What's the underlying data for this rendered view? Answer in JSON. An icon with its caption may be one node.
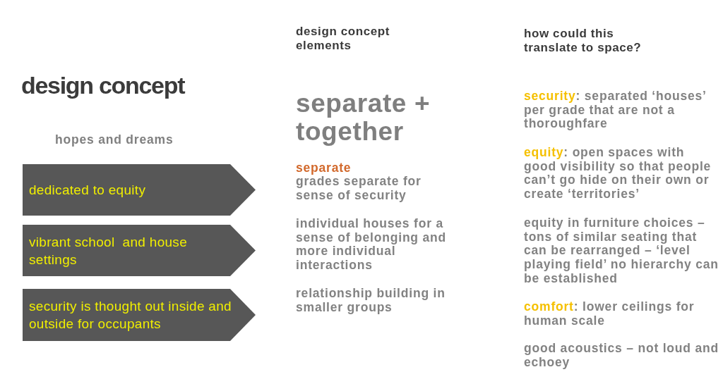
{
  "diagram": {
    "title": "design concept",
    "nodes": [
      {
        "text": [
          "dedicated to equity"
        ]
      },
      {
        "text": [
          "vibrant school  and house settings"
        ]
      },
      {
        "text": [
          "security is thought out inside and outside for occupants"
        ]
      }
    ],
    "labels": [
      "design concept elements",
      "how could this translate to space?",
      "hopes and dreams",
      "separate + together",
      "separate",
      "grades separate for sense of security",
      "individual houses for a sense of belonging and more individual interactions",
      "relationship building in smaller groups",
      "**security**: separated ‘houses’ per grade that are not a thoroughfare",
      "**equity**: open spaces with good visibility so that people can’t go hide on their own or create ‘territories’",
      "equity in furniture choices – tons of similar seating that can be rearranged – ‘level playing field’ no hierarchy can be established",
      "**comfort**: lower ceilings for human scale",
      "good acoustics – not loud and echoey"
    ]
  }
}
